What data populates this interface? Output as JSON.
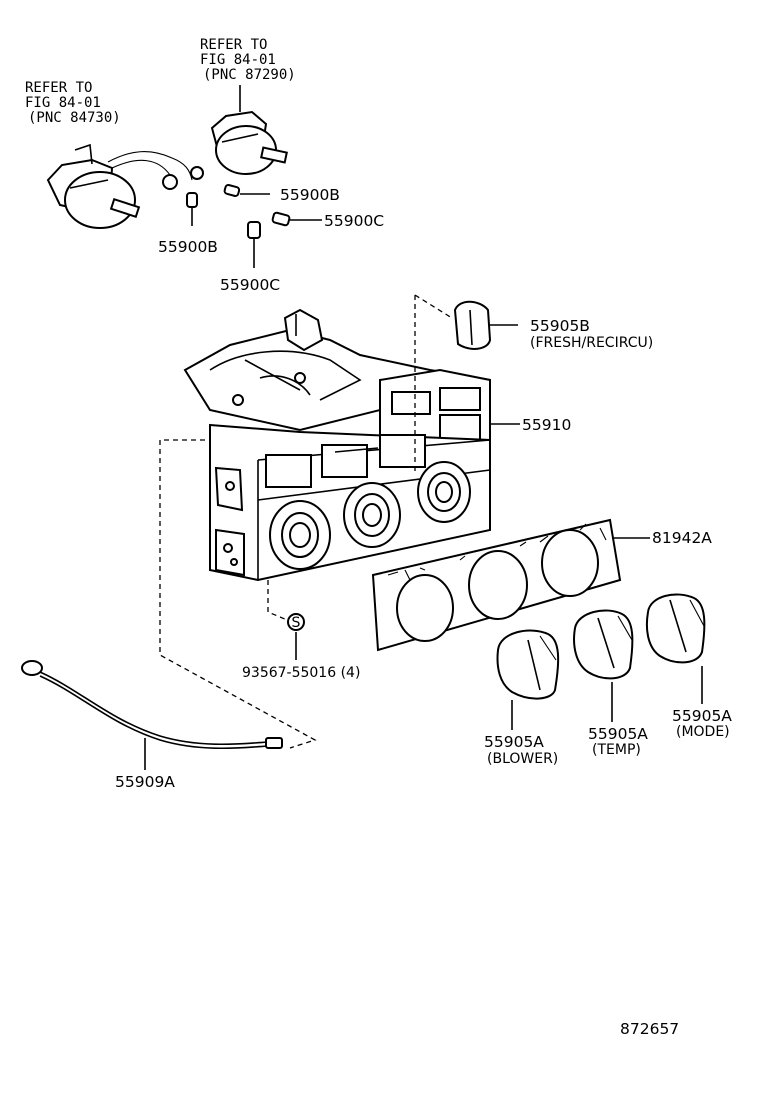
{
  "refs": {
    "left": {
      "line1": "REFER TO",
      "line2": "FIG 84-01",
      "line3": "(PNC 84730)"
    },
    "right": {
      "line1": "REFER TO",
      "line2": "FIG 84-01",
      "line3": "(PNC 87290)"
    }
  },
  "parts": {
    "p55900b_1": "55900B",
    "p55900b_2": "55900B",
    "p55900c_1": "55900C",
    "p55900c_2": "55900C",
    "p55905b": "55905B",
    "p55905b_note": "(FRESH/RECIRCU)",
    "p55910": "55910",
    "p81942a": "81942A",
    "p93567": "93567-55016 (4)",
    "p93567_symbol": "S",
    "p55909a": "55909A",
    "knob_blower": "55905A",
    "knob_blower_note": "(BLOWER)",
    "knob_temp": "55905A",
    "knob_temp_note": "(TEMP)",
    "knob_mode": "55905A",
    "knob_mode_note": "(MODE)"
  },
  "figure_number": "872657"
}
